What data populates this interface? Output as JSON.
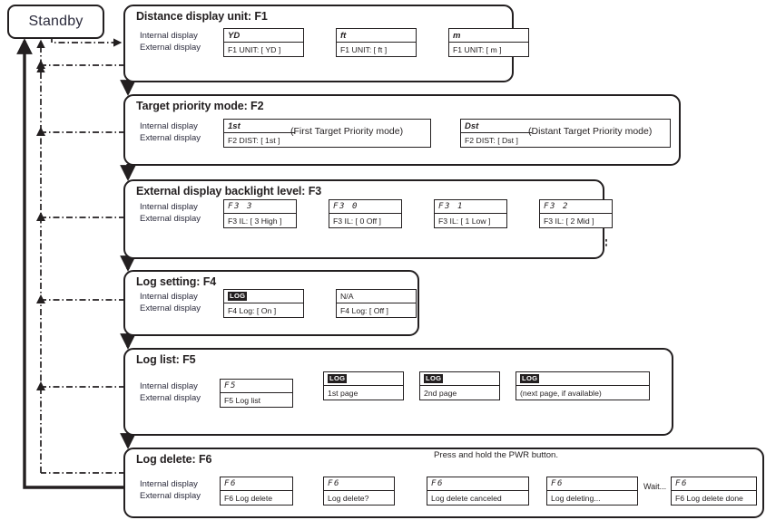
{
  "diagram": {
    "standby": {
      "label": "Standby"
    },
    "row_labels": {
      "internal": "Internal display",
      "external": "External display"
    },
    "sections": [
      {
        "id": "F1",
        "title": "Distance display unit: F1",
        "states": [
          {
            "internal": "YD",
            "external": "F1 UNIT: [  YD  ]"
          },
          {
            "internal": "ft",
            "external": "F1 UNIT: [  ft  ]"
          },
          {
            "internal": "m",
            "external": "F1 UNIT: [  m  ]"
          }
        ]
      },
      {
        "id": "F2",
        "title": "Target priority mode: F2",
        "states": [
          {
            "internal": "1st",
            "external": "F2 DIST: [  1st  ]",
            "note": "(First Target Priority mode)"
          },
          {
            "internal": "Dst",
            "external": "F2 DIST: [  Dst  ]",
            "note": "(Distant Target Priority mode)"
          }
        ]
      },
      {
        "id": "F3",
        "title": "External display backlight level: F3",
        "states": [
          {
            "internal": "F3   3",
            "external": "F3 IL: [  3 High  ]"
          },
          {
            "internal": "F3   0",
            "external": "F3 IL: [  0 Off  ]"
          },
          {
            "internal": "F3   1",
            "external": "F3 IL: [  1 Low  ]"
          },
          {
            "internal": "F3   2",
            "external": "F3 IL: [  2 Mid  ]"
          }
        ]
      },
      {
        "id": "F4",
        "title": "Log setting: F4",
        "states": [
          {
            "internal": "LOG",
            "internal_is_badge": true,
            "external": "F4 Log: [  On  ]"
          },
          {
            "internal": "N/A",
            "external": "F4 Log: [  Off  ]"
          }
        ]
      },
      {
        "id": "F5",
        "title": "Log list: F5",
        "states": [
          {
            "internal": "F5",
            "external": "F5 Log list"
          },
          {
            "internal": "LOG",
            "internal_is_badge": true,
            "external": "1st page"
          },
          {
            "internal": "LOG",
            "internal_is_badge": true,
            "external": "2nd page"
          },
          {
            "internal": "LOG",
            "internal_is_badge": true,
            "external": "(next page, if available)"
          }
        ]
      },
      {
        "id": "F6",
        "title": "Log delete: F6",
        "annotation": "Press and hold the PWR button.",
        "wait_label": "Wait...",
        "states": [
          {
            "internal": "F6",
            "external": "F6 Log delete"
          },
          {
            "internal": "F6",
            "external": "Log delete?"
          },
          {
            "internal": "F6",
            "external": "Log delete canceled"
          },
          {
            "internal": "F6",
            "external": "Log deleting..."
          },
          {
            "internal": "F6",
            "external": "F6 Log delete done"
          }
        ]
      }
    ],
    "colors": {
      "line": "#231f20",
      "label_text": "#2b2b3c",
      "badge_bg": "#231f20"
    }
  }
}
